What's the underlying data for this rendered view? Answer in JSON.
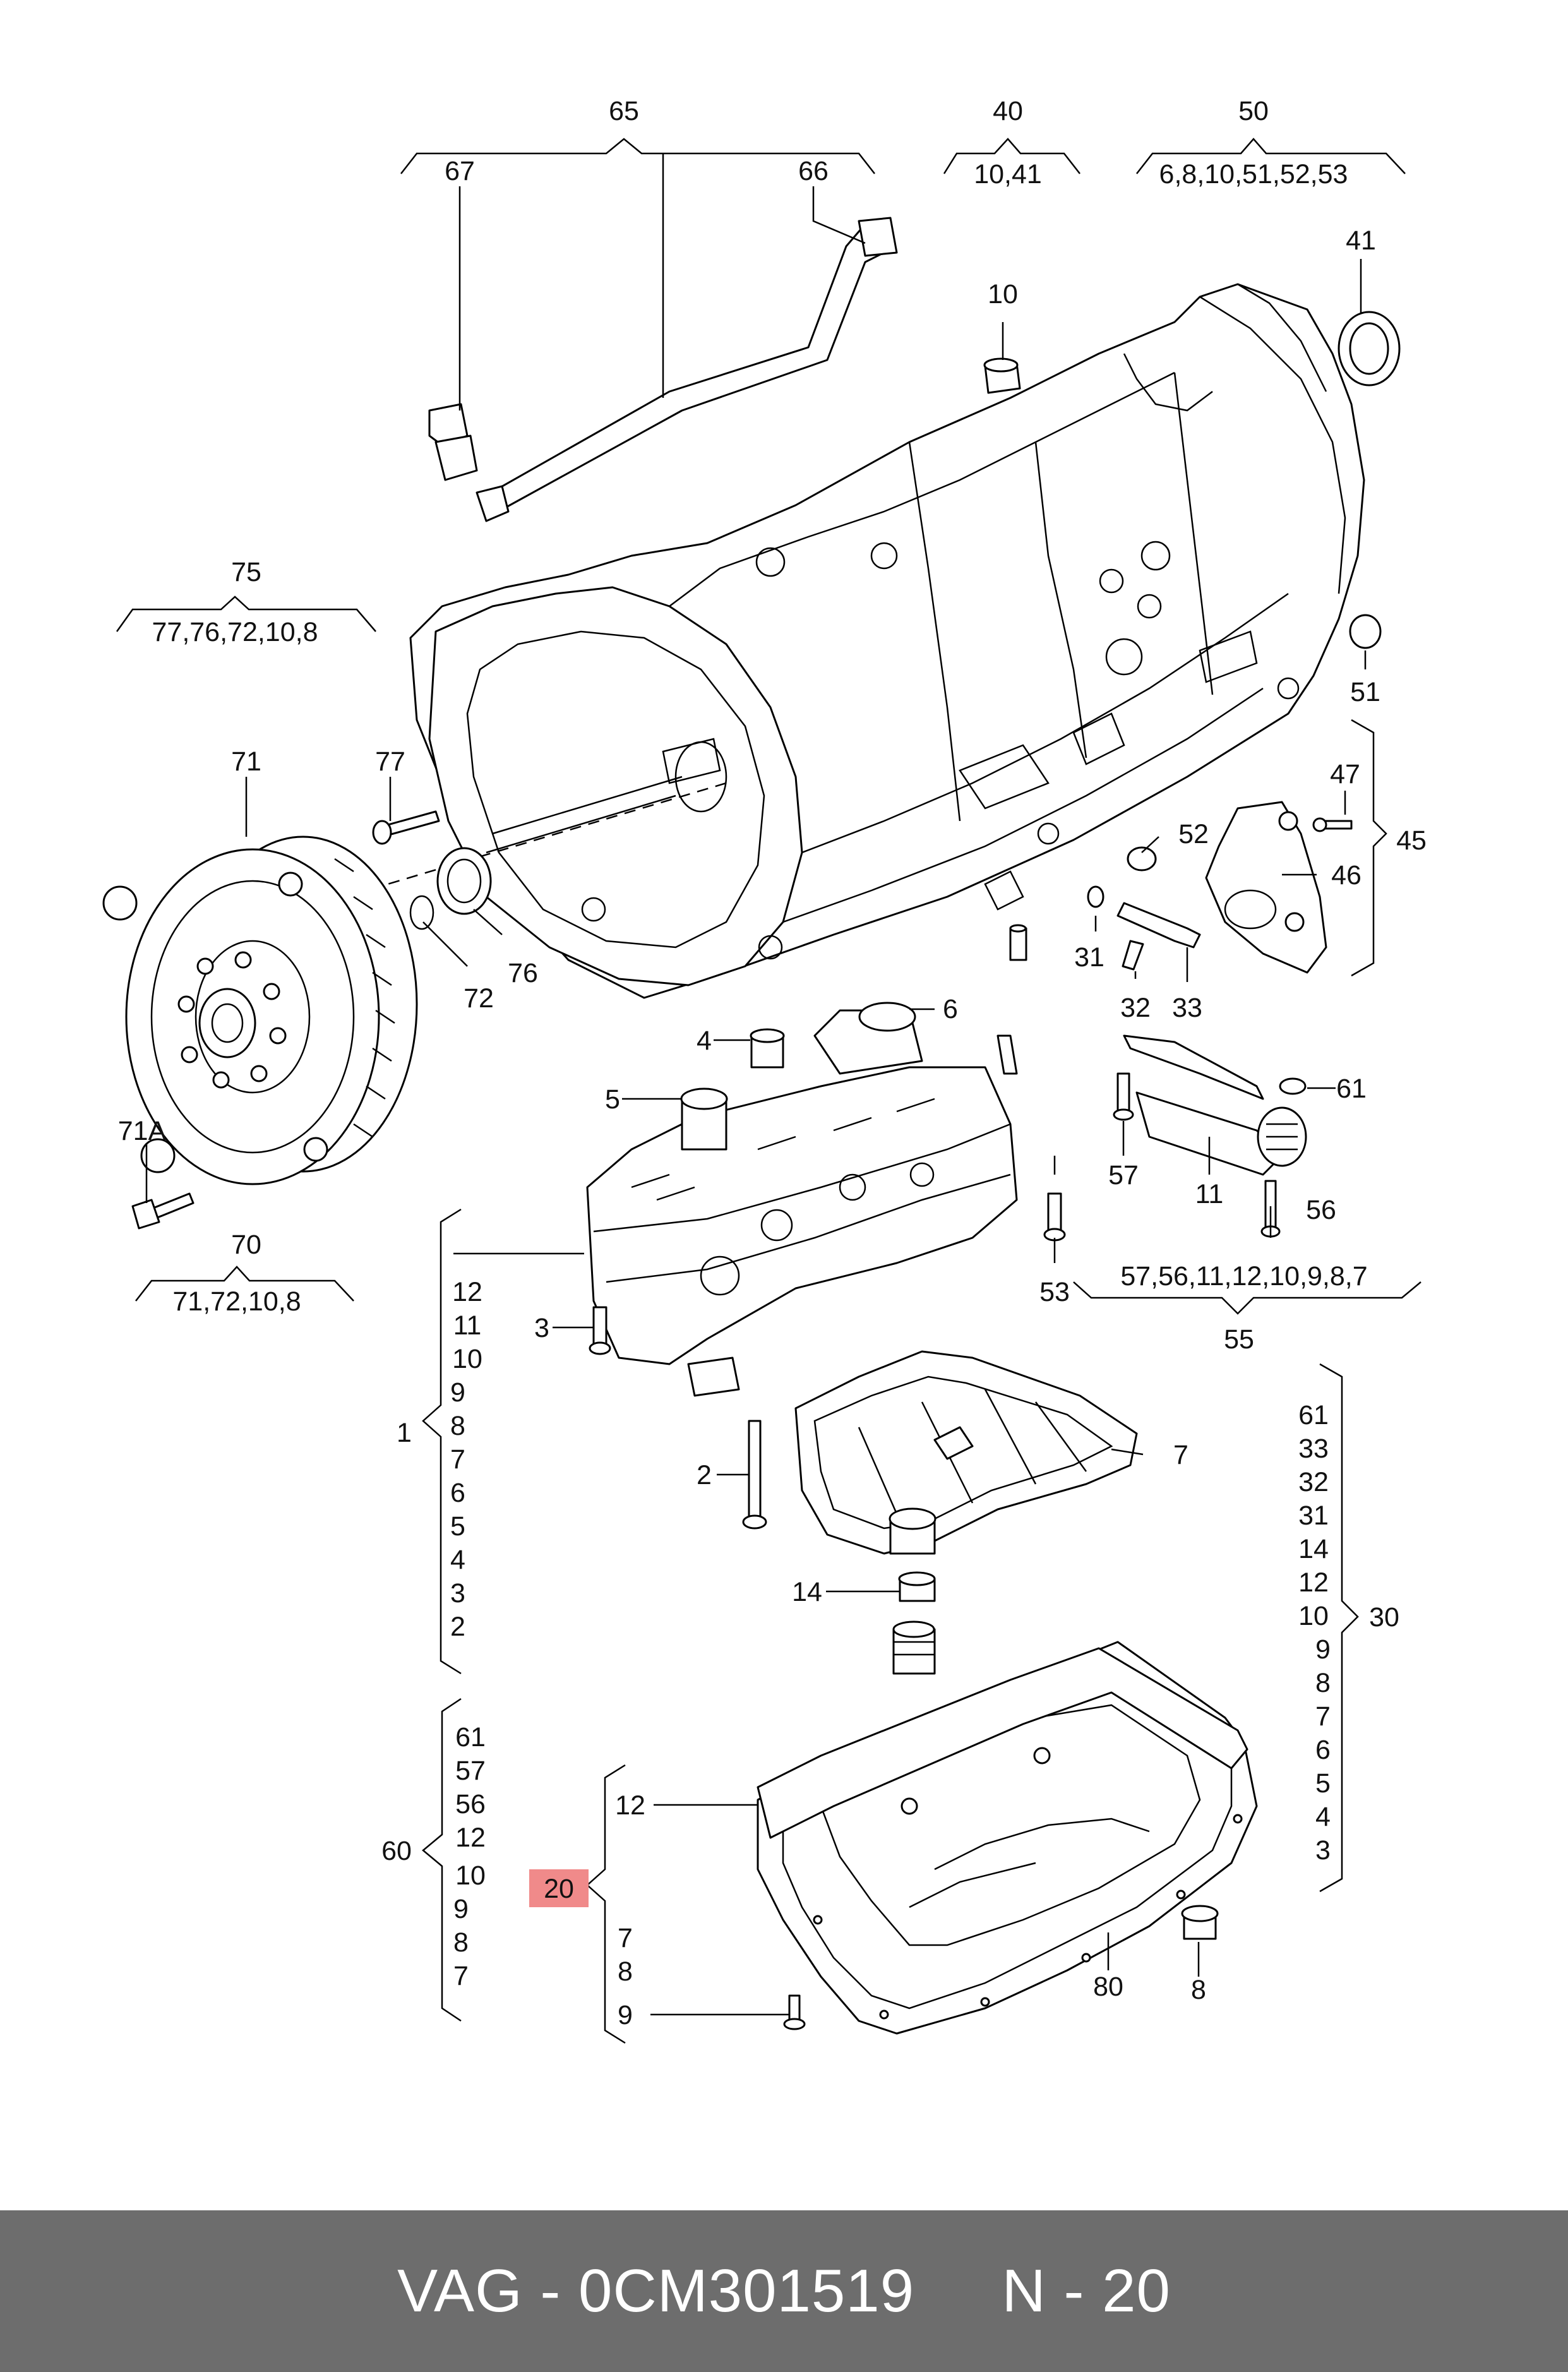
{
  "callouts": {
    "n1": "1",
    "n2": "2",
    "n3": "3",
    "n4": "4",
    "n5": "5",
    "n6": "6",
    "n7": "7",
    "n8": "8",
    "n9": "9",
    "n10": "10",
    "n11": "11",
    "n12": "12",
    "n14": "14",
    "n20": "20",
    "n30": "30",
    "n31": "31",
    "n32": "32",
    "n33": "33",
    "n40": "40",
    "n41": "41",
    "n45": "45",
    "n46": "46",
    "n47": "47",
    "n50": "50",
    "n51": "51",
    "n52": "52",
    "n53": "53",
    "n55": "55",
    "n56": "56",
    "n57": "57",
    "n60": "60",
    "n61": "61",
    "n65": "65",
    "n66": "66",
    "n67": "67",
    "n70": "70",
    "n71": "71",
    "n71A": "71A",
    "n72": "72",
    "n75": "75",
    "n76": "76",
    "n77": "77",
    "n80": "80"
  },
  "kits": {
    "k40": "10,41",
    "k50": "6,8,10,51,52,53",
    "k75": "77,76,72,10,8",
    "k70": "71,72,10,8",
    "k55": "57,56,11,12,10,9,8,7"
  },
  "lists": {
    "kit1": [
      "12",
      "11",
      "10",
      "9",
      "8",
      "7",
      "6",
      "5",
      "4",
      "3",
      "2"
    ],
    "kit30": [
      "61",
      "33",
      "32",
      "31",
      "14",
      "12",
      "10",
      "9",
      "8",
      "7",
      "6",
      "5",
      "4",
      "3"
    ],
    "kit60": [
      "61",
      "57",
      "56",
      "12",
      "10",
      "9",
      "8",
      "7"
    ],
    "kit20": [
      "12",
      "7",
      "8",
      "9"
    ]
  },
  "highlight": {
    "part": "20",
    "color": "#f08a8a"
  },
  "footer": {
    "text": "VAG - 0CM301519     N - 20",
    "background": "#6d6d6d"
  },
  "icons": [
    "transmission-housing",
    "torque-converter",
    "valve-body",
    "oil-filter",
    "oil-pan",
    "oil-pipe",
    "selector-lever",
    "solenoid",
    "bolt",
    "seal-ring",
    "plug"
  ]
}
